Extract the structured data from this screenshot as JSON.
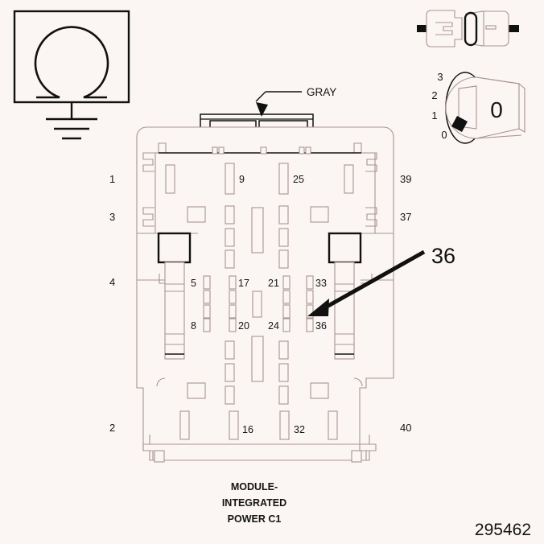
{
  "figure": {
    "figure_number": "295462",
    "caption_lines": [
      "MODULE-",
      "INTEGRATED",
      "POWER C1"
    ],
    "connector_color_label": "GRAY",
    "callout_number": "36",
    "background_color": "#fbf6f4",
    "line_color_thin": "#a8948f",
    "line_color_bold": "#111111"
  },
  "symbols": {
    "ohmmeter": {
      "name": "ohmmeter-ground-symbol",
      "glyph": "Ω",
      "description": "omega-in-box-with-ground"
    },
    "connector_pair": {
      "name": "connector-disconnect-symbol"
    },
    "ignition_key": {
      "name": "ignition-key-switch-symbol",
      "center_label": "0",
      "positions": [
        "3",
        "2",
        "1",
        "0"
      ]
    }
  },
  "connector": {
    "edge_labels": {
      "left": [
        "1",
        "3",
        "4",
        "2"
      ],
      "right": [
        "39",
        "37",
        "40"
      ]
    },
    "pin_labels": {
      "row_top": [
        "9",
        "25"
      ],
      "row_mid_upper": [
        "5",
        "17",
        "21",
        "33"
      ],
      "row_mid_lower": [
        "8",
        "20",
        "24",
        "36"
      ],
      "row_bottom": [
        "16",
        "32"
      ]
    }
  }
}
